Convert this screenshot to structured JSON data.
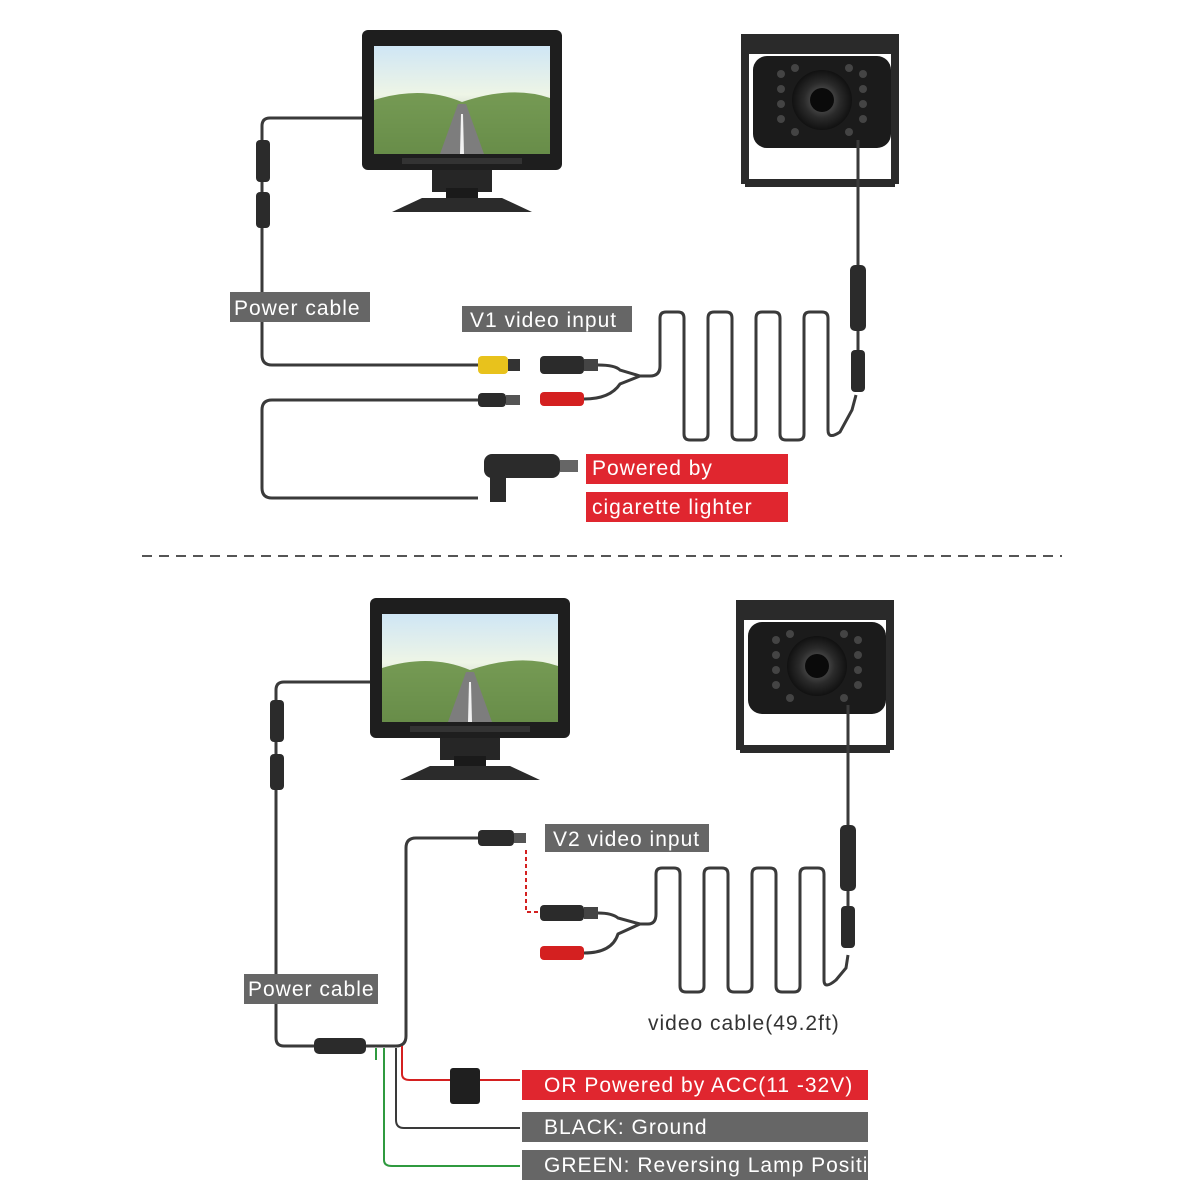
{
  "labels": {
    "top_power_cable": "Power cable",
    "v1_video_input": "V1 video input",
    "powered_by": "Powered by",
    "cigarette_lighter": "cigarette lighter",
    "v2_video_input": "V2 video input",
    "bottom_power_cable": "Power cable",
    "video_cable": "video cable(49.2ft)",
    "or_powered_acc": "OR Powered by ACC(11 -32V)",
    "black_ground": "BLACK: Ground",
    "green_reversing": "GREEN: Reversing Lamp Positive"
  },
  "colors": {
    "label_gray": "#666666",
    "label_red": "#e0262f",
    "cable": "#3a3a3a",
    "red_wire": "#d42020",
    "green_wire": "#2f9a3f",
    "rca_yellow": "#e8c21c",
    "divider": "#555555"
  },
  "icons": [
    "monitor-icon",
    "backup-camera-icon",
    "cigarette-lighter-plug-icon",
    "rca-connector-icon",
    "aviation-connector-icon",
    "inline-fuse-icon",
    "relay-box-icon"
  ]
}
